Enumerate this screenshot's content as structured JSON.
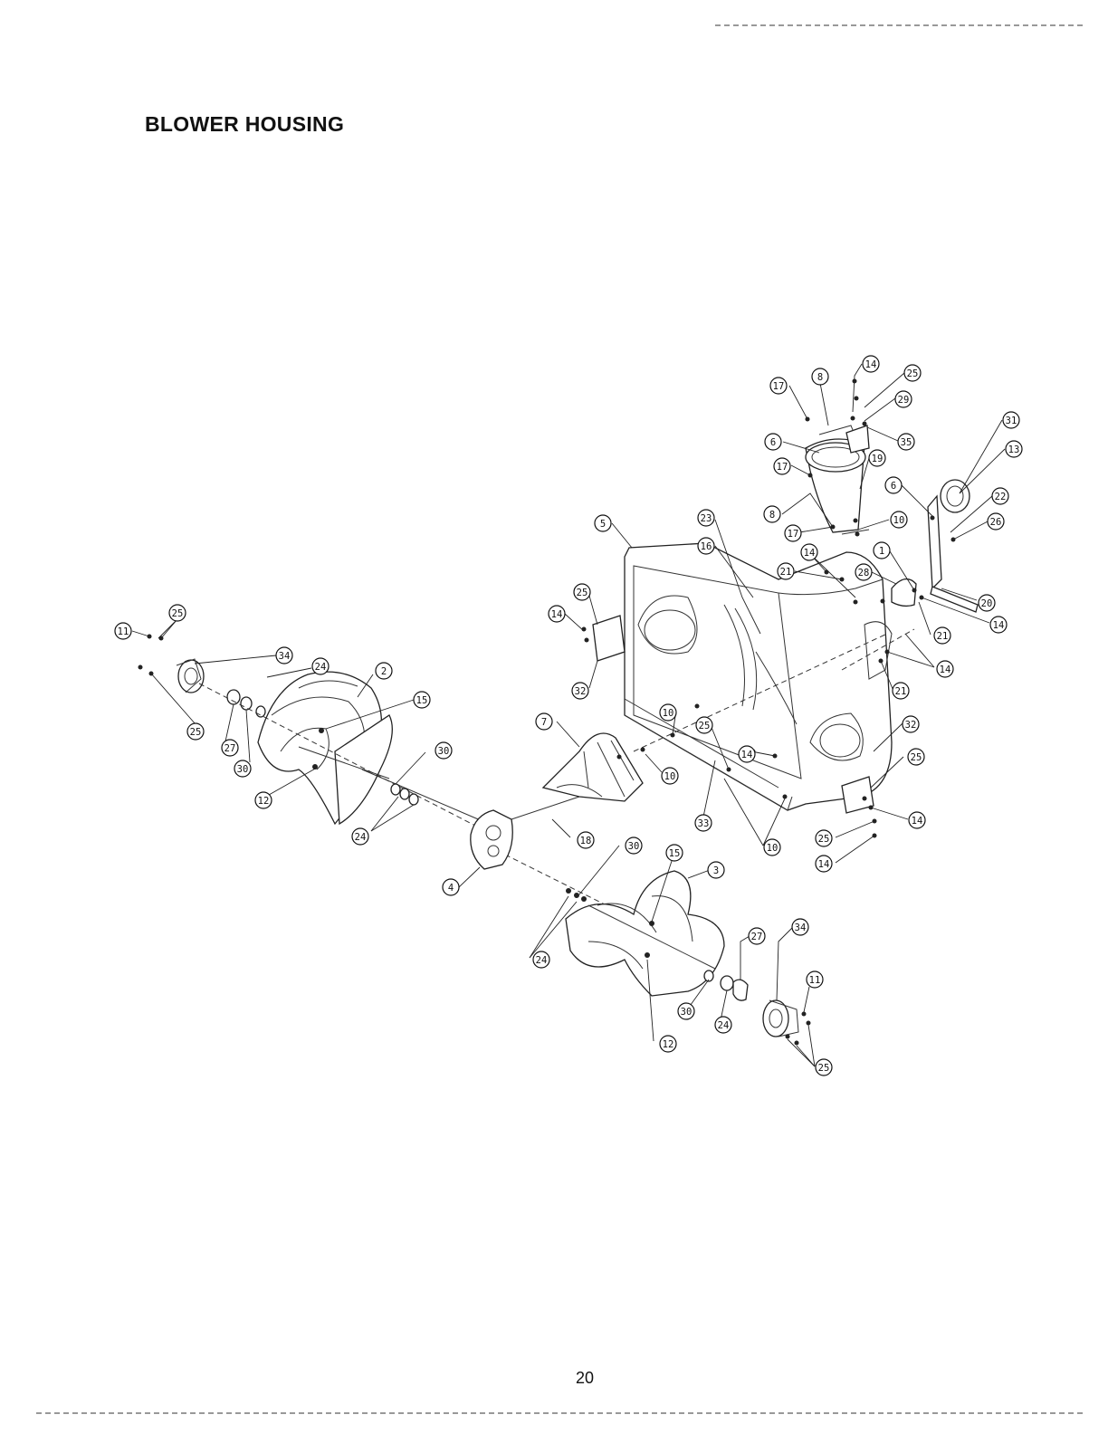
{
  "title": "BLOWER HOUSING",
  "page_number": "20",
  "callouts": [
    {
      "id": "c1",
      "label": "11"
    },
    {
      "id": "c2",
      "label": "25"
    },
    {
      "id": "c3",
      "label": "34"
    },
    {
      "id": "c4",
      "label": "24"
    },
    {
      "id": "c5",
      "label": "2"
    },
    {
      "id": "c6",
      "label": "15"
    },
    {
      "id": "c7",
      "label": "25"
    },
    {
      "id": "c8",
      "label": "27"
    },
    {
      "id": "c9",
      "label": "30"
    },
    {
      "id": "c10",
      "label": "12"
    },
    {
      "id": "c11",
      "label": "30"
    },
    {
      "id": "c12",
      "label": "24"
    },
    {
      "id": "c13",
      "label": "7"
    },
    {
      "id": "c14",
      "label": "10"
    },
    {
      "id": "c15",
      "label": "18"
    },
    {
      "id": "c16",
      "label": "4"
    },
    {
      "id": "c17",
      "label": "30"
    },
    {
      "id": "c18",
      "label": "15"
    },
    {
      "id": "c19",
      "label": "3"
    },
    {
      "id": "c20",
      "label": "24"
    },
    {
      "id": "c21",
      "label": "27"
    },
    {
      "id": "c22",
      "label": "34"
    },
    {
      "id": "c23",
      "label": "30"
    },
    {
      "id": "c24",
      "label": "24"
    },
    {
      "id": "c25",
      "label": "12"
    },
    {
      "id": "c26",
      "label": "11"
    },
    {
      "id": "c27",
      "label": "25"
    },
    {
      "id": "c28",
      "label": "25"
    },
    {
      "id": "c29",
      "label": "14"
    },
    {
      "id": "c30",
      "label": "32"
    },
    {
      "id": "c31",
      "label": "5"
    },
    {
      "id": "c32",
      "label": "10"
    },
    {
      "id": "c33",
      "label": "25"
    },
    {
      "id": "c34",
      "label": "14"
    },
    {
      "id": "c35",
      "label": "33"
    },
    {
      "id": "c36",
      "label": "10"
    },
    {
      "id": "c37",
      "label": "23"
    },
    {
      "id": "c38",
      "label": "16"
    },
    {
      "id": "c39",
      "label": "17"
    },
    {
      "id": "c40",
      "label": "8"
    },
    {
      "id": "c41",
      "label": "14"
    },
    {
      "id": "c42",
      "label": "25"
    },
    {
      "id": "c43",
      "label": "29"
    },
    {
      "id": "c44",
      "label": "35"
    },
    {
      "id": "c45",
      "label": "6"
    },
    {
      "id": "c46",
      "label": "17"
    },
    {
      "id": "c47",
      "label": "19"
    },
    {
      "id": "c48",
      "label": "8"
    },
    {
      "id": "c49",
      "label": "17"
    },
    {
      "id": "c50",
      "label": "10"
    },
    {
      "id": "c51",
      "label": "14"
    },
    {
      "id": "c52",
      "label": "21"
    },
    {
      "id": "c53",
      "label": "28"
    },
    {
      "id": "c54",
      "label": "1"
    },
    {
      "id": "c55",
      "label": "6"
    },
    {
      "id": "c56",
      "label": "31"
    },
    {
      "id": "c57",
      "label": "13"
    },
    {
      "id": "c58",
      "label": "22"
    },
    {
      "id": "c59",
      "label": "26"
    },
    {
      "id": "c60",
      "label": "20"
    },
    {
      "id": "c61",
      "label": "14"
    },
    {
      "id": "c62",
      "label": "21"
    },
    {
      "id": "c63",
      "label": "14"
    },
    {
      "id": "c64",
      "label": "21"
    },
    {
      "id": "c65",
      "label": "32"
    },
    {
      "id": "c66",
      "label": "25"
    },
    {
      "id": "c67",
      "label": "14"
    },
    {
      "id": "c68",
      "label": "25"
    },
    {
      "id": "c69",
      "label": "14"
    }
  ]
}
